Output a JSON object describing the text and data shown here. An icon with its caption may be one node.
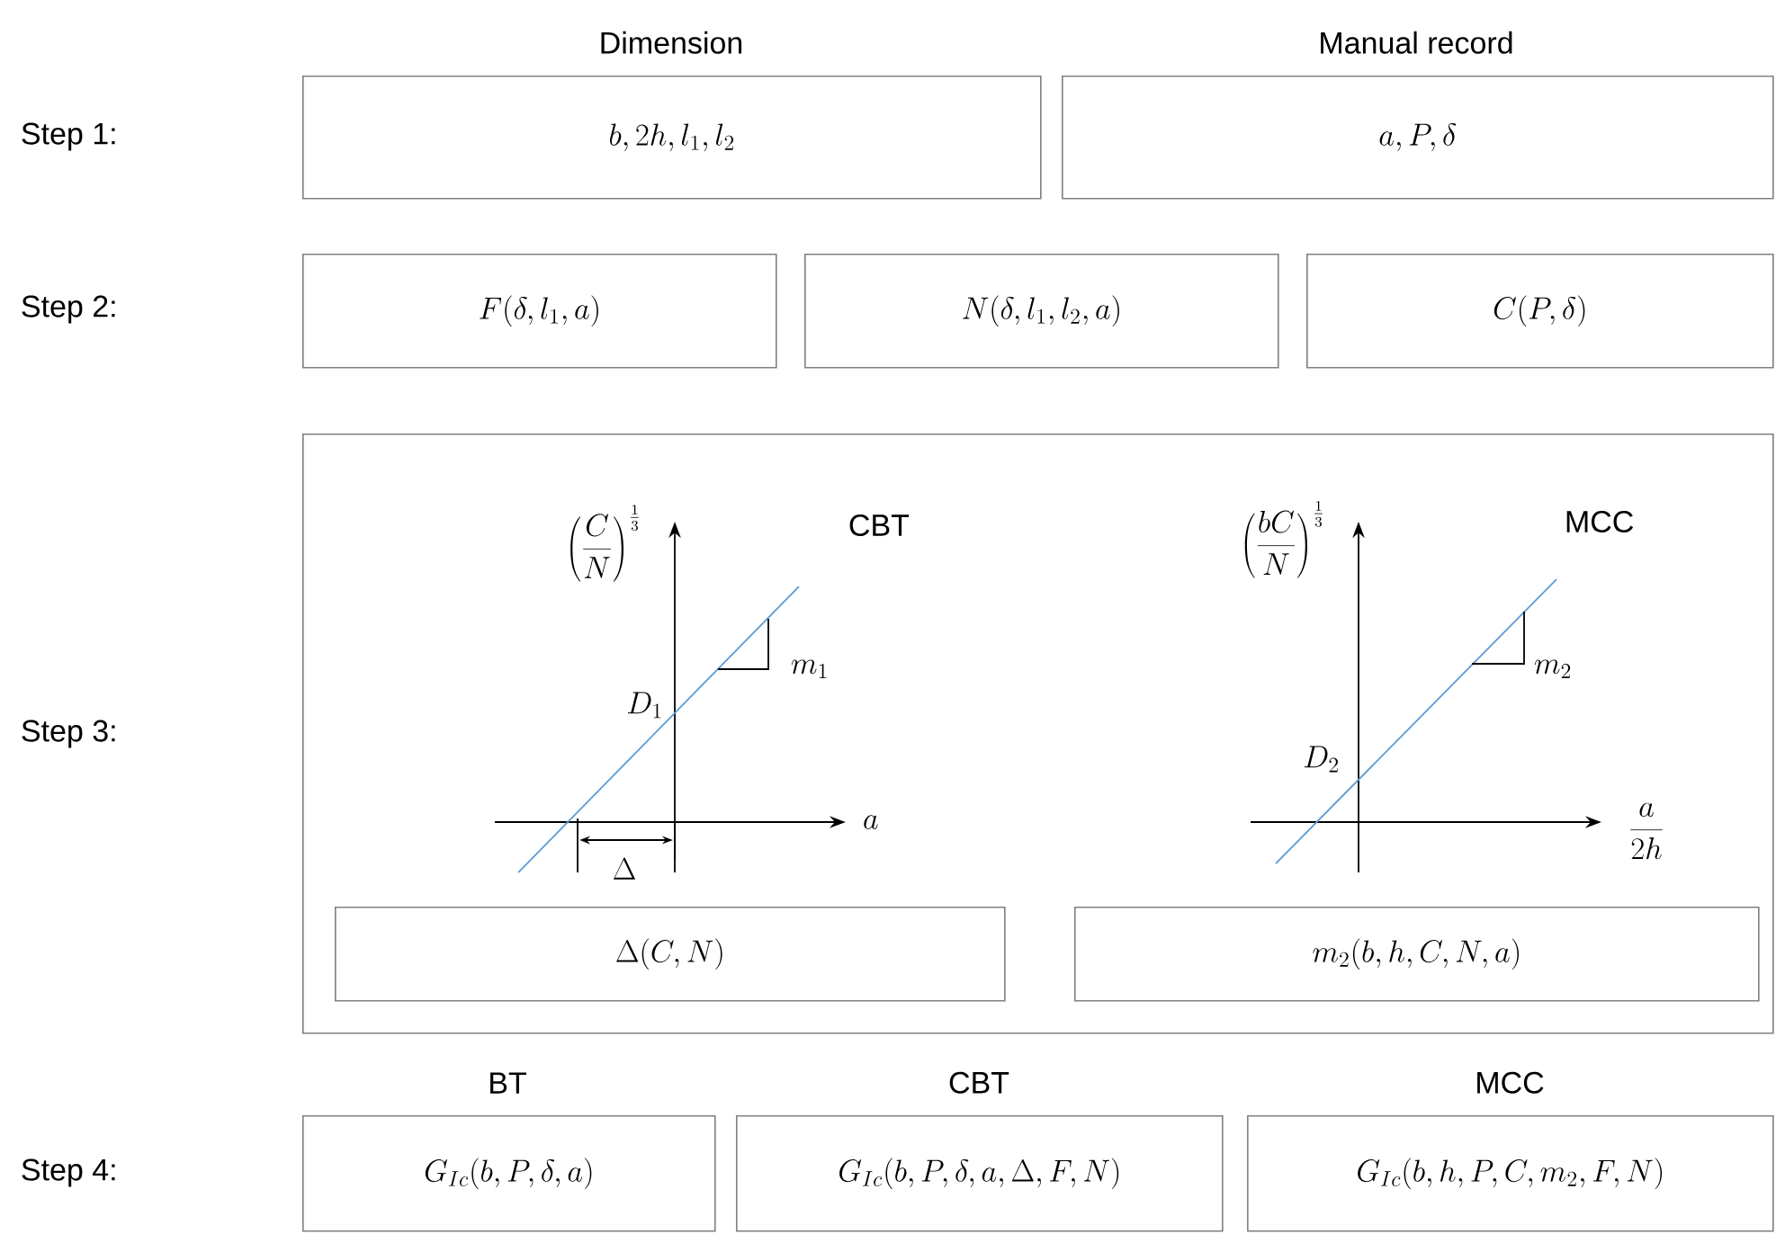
{
  "diagram": {
    "nodes": [
      {
        "text": [
          "Dimension",
          "b, 2h, l_1, l_2"
        ]
      },
      {
        "text": [
          "Manual record",
          "a, P, \\delta"
        ]
      },
      {
        "text": [
          "F(\\delta, l_1, a)"
        ]
      },
      {
        "text": [
          "N(\\delta, l_1, l_2, a)"
        ]
      },
      {
        "text": [
          "C(P, \\delta)"
        ]
      },
      {
        "text": [],
        "shape": "box"
      },
      {
        "text": [
          "\\Delta(C, N)"
        ],
        "in": 5
      },
      {
        "text": [
          "m_2(b, h, C, N, a)"
        ],
        "in": 5
      },
      {
        "text": [
          "BT",
          "G_{Ic}(b, P, \\delta, a)"
        ]
      },
      {
        "text": [
          "CBT",
          "G_{Ic}(b, P, \\delta, a, \\Delta, F, N)"
        ]
      },
      {
        "text": [
          "MCC",
          "G_{Ic}(b, h, P, C, m_2, F, N)"
        ]
      }
    ],
    "labels": [
      "Step 1:",
      "Step 2:",
      "Step 3:",
      "\\left(\\frac{C}{N}\\right)^{\\frac{1}{3}}",
      "CBT",
      "D_1",
      "m_1",
      "a",
      "\\Delta",
      "\\left(\\frac{bC}{N}\\right)^{\\frac{1}{3}}",
      "MCC",
      "m_2",
      "D_2",
      "\\frac{a}{2h}",
      "Step 4:"
    ]
  }
}
